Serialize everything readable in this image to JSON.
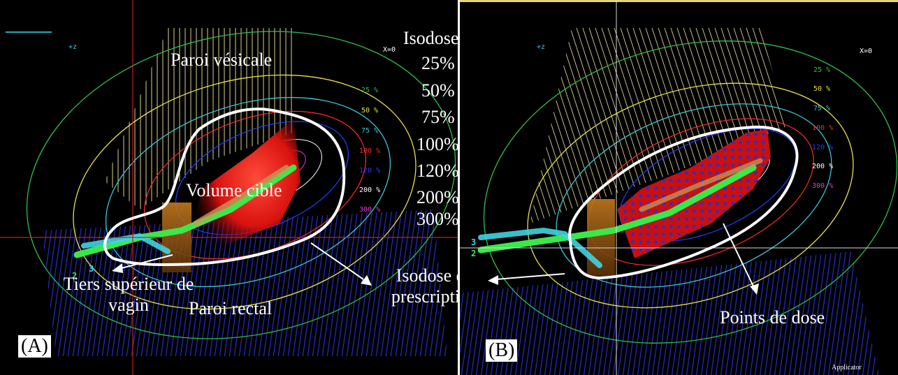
{
  "panel_a": {
    "letter": "(A)",
    "labels": {
      "bladder_wall": "Paroi vésicale",
      "target_volume": "Volume cible",
      "upper_vagina_line1": "Tiers supérieur de",
      "upper_vagina_line2": "vagin",
      "rectal_wall": "Paroi rectal"
    },
    "isodose_title": "Isodose,",
    "isodose_values": [
      "25%",
      "50%",
      "75%",
      "100%",
      "120%",
      "200%",
      "300%"
    ],
    "plan_legend": [
      "25 %",
      "50 %",
      "75 %",
      "100 %",
      "120 %",
      "200 %",
      "300 %"
    ],
    "axis_z": "+z",
    "axis_x": "X=0",
    "catheters": [
      "3",
      "2"
    ]
  },
  "shared": {
    "prescription_line1": "Isodose de",
    "prescription_line2": "prescription"
  },
  "panel_b": {
    "letter": "(B)",
    "labels": {
      "dose_points": "Points de dose"
    },
    "plan_legend": [
      "25 %",
      "50 %",
      "75 %",
      "100 %",
      "120 %",
      "200 %",
      "300 %"
    ],
    "axis_z": "+z",
    "axis_x": "X=0",
    "catheters": [
      "3",
      "2"
    ],
    "footer": "Applicator"
  },
  "colors": {
    "iso_25": "#2fbf4a",
    "iso_50": "#e8e04a",
    "iso_75": "#39c6d6",
    "iso_100": "#ff2a2a",
    "iso_120": "#2a3cff",
    "iso_200": "#ffffff",
    "iso_300": "#e13bd8",
    "prescription": "#ffffff",
    "bladder": "#f2e6a6",
    "rectum": "#2f3cff",
    "crosshair_a": "#cc1d1d",
    "crosshair_b": "#d9d9d9"
  }
}
